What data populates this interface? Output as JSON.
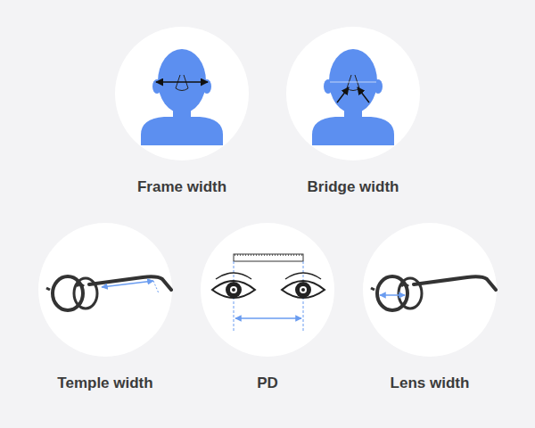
{
  "diagram": {
    "nodes": [
      {
        "text": [
          "Frame width"
        ]
      },
      {
        "text": [
          "Bridge width"
        ]
      },
      {
        "text": [
          "Temple width"
        ]
      },
      {
        "text": [
          "PD"
        ]
      },
      {
        "text": [
          "Lens width"
        ]
      }
    ]
  }
}
